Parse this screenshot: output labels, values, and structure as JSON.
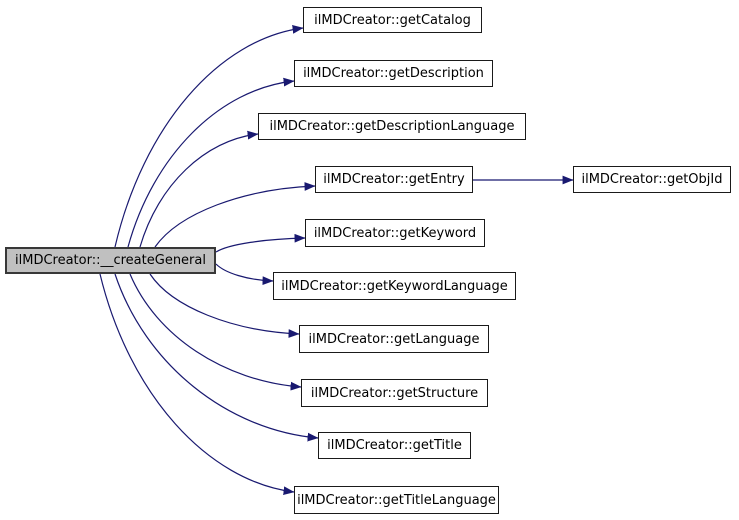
{
  "diagram": {
    "type": "call-graph",
    "background_color": "#ffffff",
    "edge_color": "#191970",
    "node_fill_color": "#ffffff",
    "node_border_color": "#1a1a1a",
    "focus_node_fill_color": "#c0c0c0",
    "nodes": {
      "createGeneral": {
        "label": "ilMDCreator::__createGeneral",
        "focused": true
      },
      "getCatalog": {
        "label": "ilMDCreator::getCatalog"
      },
      "getDescription": {
        "label": "ilMDCreator::getDescription"
      },
      "getDescriptionLanguage": {
        "label": "ilMDCreator::getDescriptionLanguage"
      },
      "getEntry": {
        "label": "ilMDCreator::getEntry"
      },
      "getObjId": {
        "label": "ilMDCreator::getObjId"
      },
      "getKeyword": {
        "label": "ilMDCreator::getKeyword"
      },
      "getKeywordLanguage": {
        "label": "ilMDCreator::getKeywordLanguage"
      },
      "getLanguage": {
        "label": "ilMDCreator::getLanguage"
      },
      "getStructure": {
        "label": "ilMDCreator::getStructure"
      },
      "getTitle": {
        "label": "ilMDCreator::getTitle"
      },
      "getTitleLanguage": {
        "label": "ilMDCreator::getTitleLanguage"
      }
    },
    "edges": [
      {
        "from": "createGeneral",
        "to": "getCatalog"
      },
      {
        "from": "createGeneral",
        "to": "getDescription"
      },
      {
        "from": "createGeneral",
        "to": "getDescriptionLanguage"
      },
      {
        "from": "createGeneral",
        "to": "getEntry"
      },
      {
        "from": "createGeneral",
        "to": "getKeyword"
      },
      {
        "from": "createGeneral",
        "to": "getKeywordLanguage"
      },
      {
        "from": "createGeneral",
        "to": "getLanguage"
      },
      {
        "from": "createGeneral",
        "to": "getStructure"
      },
      {
        "from": "createGeneral",
        "to": "getTitle"
      },
      {
        "from": "createGeneral",
        "to": "getTitleLanguage"
      },
      {
        "from": "getEntry",
        "to": "getObjId"
      }
    ]
  }
}
